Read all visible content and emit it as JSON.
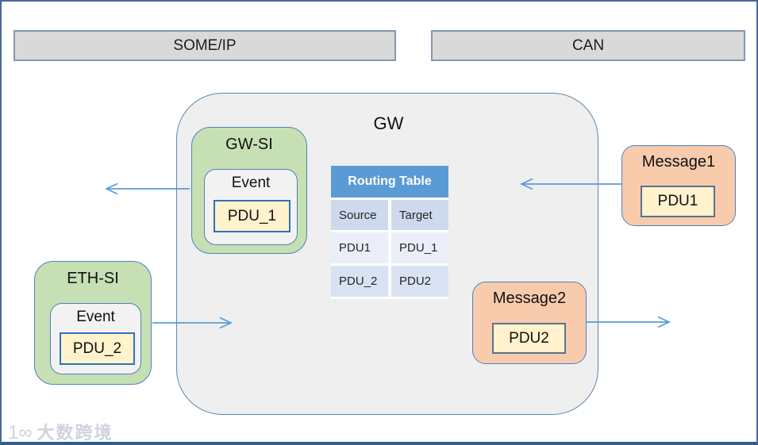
{
  "buses": {
    "someip": {
      "label": "SOME/IP"
    },
    "can": {
      "label": "CAN"
    }
  },
  "gateway": {
    "label": "GW",
    "gw_si": {
      "label": "GW-SI",
      "event": {
        "label": "Event",
        "pdu": "PDU_1"
      }
    },
    "routing_table": {
      "title": "Routing Table",
      "columns": [
        "Source",
        "Target"
      ],
      "rows": [
        [
          "PDU1",
          "PDU_1"
        ],
        [
          "PDU_2",
          "PDU2"
        ]
      ]
    }
  },
  "eth_si": {
    "label": "ETH-SI",
    "event": {
      "label": "Event",
      "pdu": "PDU_2"
    }
  },
  "message1": {
    "label": "Message1",
    "pdu": "PDU1"
  },
  "message2": {
    "label": "Message2",
    "pdu": "PDU2"
  },
  "arrows": [
    {
      "name": "gw-si-to-someip",
      "direction": "left"
    },
    {
      "name": "eth-si-to-gw",
      "direction": "right"
    },
    {
      "name": "message1-to-gw",
      "direction": "left"
    },
    {
      "name": "message2-to-can",
      "direction": "right"
    }
  ],
  "watermark": {
    "logo": "1∞",
    "text": "大数跨境"
  },
  "colors": {
    "si_fill": "#c6e0b4",
    "message_fill": "#f8cbad",
    "pdu_fill": "#fff2cc",
    "gw_fill": "#efefef",
    "bus_fill": "#d9d9d9",
    "table_header": "#5b9bd5",
    "table_row_head": "#cdd9ed",
    "table_row_odd": "#e9eef8",
    "table_row_even": "#d9e2f3",
    "arrow": "#5b9bd5",
    "box_border": "#4f81bd",
    "frame_border": "#2f5d8c"
  }
}
